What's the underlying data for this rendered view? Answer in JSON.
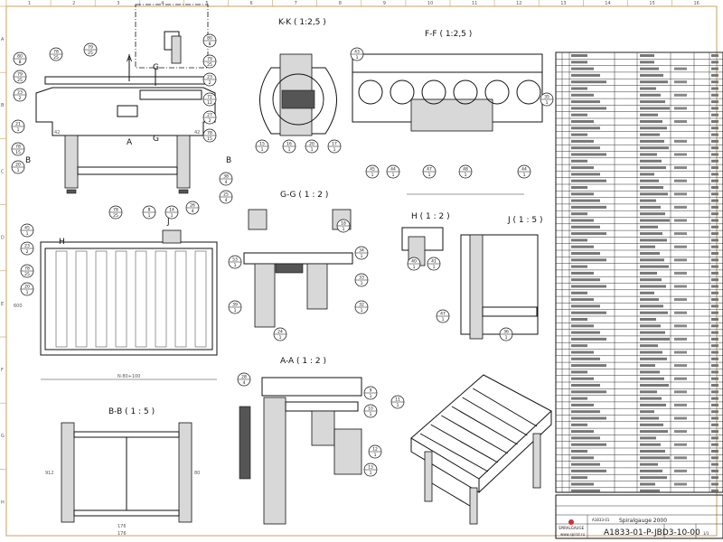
{
  "drawing": {
    "views": {
      "kk": "K-K ( 1:2,5 )",
      "ff": "F-F ( 1:2,5 )",
      "gg": "G-G ( 1 : 2 )",
      "h": "H ( 1 : 2 )",
      "j": "J ( 1 : 5 )",
      "aa": "A-A ( 1 : 2 )",
      "bb": "B-B ( 1 : 5 )",
      "detail_h": "H",
      "detail_j": "J"
    },
    "section_marks": [
      "A",
      "A",
      "G",
      "G",
      "B",
      "B"
    ],
    "dimensions": [
      "42",
      "42",
      "600",
      "N·80+100",
      "176",
      "176",
      "912",
      "80"
    ],
    "frame_columns": [
      "1",
      "2",
      "3",
      "4",
      "5",
      "6",
      "7",
      "8",
      "9",
      "10",
      "11",
      "12",
      "13",
      "14",
      "15",
      "16"
    ],
    "frame_rows": [
      "A",
      "B",
      "C",
      "D",
      "E",
      "F",
      "G",
      "H"
    ],
    "balloons": [
      [
        "80",
        "8"
      ],
      [
        "79",
        "25"
      ],
      [
        "23",
        "2"
      ],
      [
        "78",
        "25"
      ],
      [
        "79",
        "25"
      ],
      [
        "80",
        "8"
      ],
      [
        "79",
        "25"
      ],
      [
        "23",
        "2"
      ],
      [
        "72",
        "12"
      ],
      [
        "27",
        "2"
      ],
      [
        "78",
        "15"
      ],
      [
        "21",
        "1"
      ],
      [
        "78",
        "15"
      ],
      [
        "20",
        "1"
      ],
      [
        "78",
        "25"
      ],
      [
        "8",
        "1"
      ],
      [
        "14",
        "1"
      ],
      [
        "26",
        "4"
      ],
      [
        "38",
        "4"
      ],
      [
        "25",
        "4"
      ],
      [
        "45",
        "1"
      ],
      [
        "23",
        "2"
      ],
      [
        "78",
        "25"
      ],
      [
        "20",
        "1"
      ],
      [
        "15",
        "1"
      ],
      [
        "16",
        "1"
      ],
      [
        "20",
        "1"
      ],
      [
        "17",
        "1"
      ],
      [
        "43",
        "1"
      ],
      [
        "44",
        "1"
      ],
      [
        "45",
        "1"
      ],
      [
        "47",
        "1"
      ],
      [
        "48",
        "1"
      ],
      [
        "44",
        "1"
      ],
      [
        "35",
        "1"
      ],
      [
        "53",
        "1"
      ],
      [
        "39",
        "1"
      ],
      [
        "18",
        "1"
      ],
      [
        "34",
        "1"
      ],
      [
        "33",
        "1"
      ],
      [
        "32",
        "1"
      ],
      [
        "24",
        "1"
      ],
      [
        "40",
        "1"
      ],
      [
        "41",
        "1"
      ],
      [
        "47",
        "1"
      ],
      [
        "36",
        "1"
      ],
      [
        "9",
        "1"
      ],
      [
        "10",
        "1"
      ],
      [
        "11",
        "1"
      ],
      [
        "12",
        "1"
      ],
      [
        "13",
        "1"
      ],
      [
        "28",
        "4"
      ]
    ]
  },
  "title_block": {
    "company": "SPIRALGAUGE",
    "website": "www.spiral.ru",
    "product": "Spiralgauge 2000",
    "drawing_number": "A1833-01-P-JBD3-10-00",
    "part_code": "A1833-01",
    "sheet": "1/1"
  },
  "colors": {
    "frame": "#c8a060",
    "ink": "#111111"
  }
}
